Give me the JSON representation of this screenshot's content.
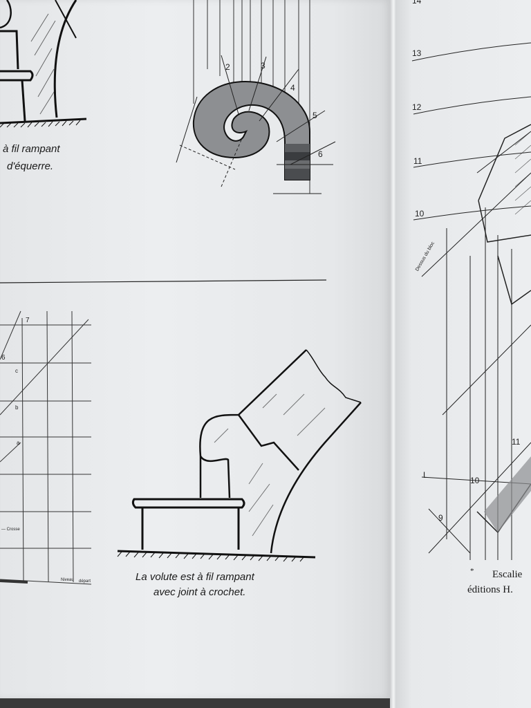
{
  "left_page": {
    "top_caption_line1": "à fil rampant",
    "top_caption_line2": "d'équerre.",
    "volute_caption_line1": "La volute est à fil rampant",
    "volute_caption_line2": "avec joint à crochet.",
    "grid_labels": {
      "row_7": "7",
      "row_6": "6",
      "mark_c": "c",
      "mark_b": "b",
      "mark_a": "a",
      "crosse": "— Crosse",
      "niveau": "Niveau",
      "depart": "départ"
    },
    "spiral_labels": {
      "n2": "2",
      "n3": "3",
      "n4": "4",
      "n5": "5",
      "n6": "6"
    }
  },
  "right_page": {
    "level_numbers": [
      "13",
      "12",
      "11",
      "10"
    ],
    "top_cut_number": "14",
    "dessus_du_bloc": "Dessus du bloc",
    "letter_L": "L",
    "n9": "9",
    "n10": "10",
    "n11": "11",
    "caption_line1": "Escalie",
    "caption_line2": "éditions H.",
    "asterisk": "*"
  },
  "colors": {
    "paper": "#eceef0",
    "ink": "#1a1a1a",
    "spiral_fill": "#8d8f92"
  }
}
